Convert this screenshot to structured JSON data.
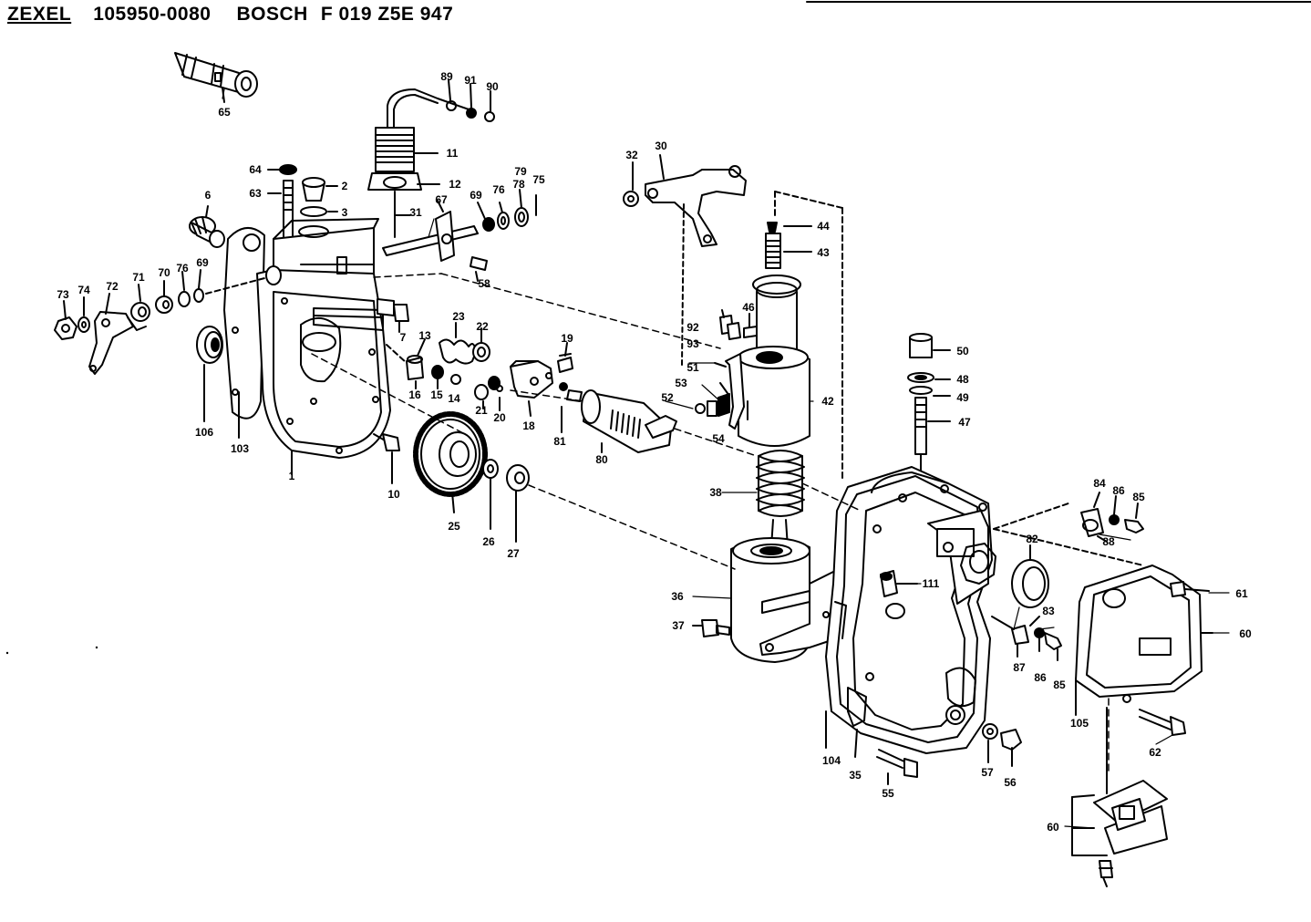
{
  "header": {
    "brand_left": "ZEXEL",
    "code_left": "105950-0080",
    "brand_right": "BOSCH",
    "code_right": "F 019 Z5E 947"
  },
  "callouts": [
    {
      "id": "c65",
      "text": "65"
    },
    {
      "id": "c89",
      "text": "89"
    },
    {
      "id": "c91",
      "text": "91"
    },
    {
      "id": "c90",
      "text": "90"
    },
    {
      "id": "c11",
      "text": "11"
    },
    {
      "id": "c12",
      "text": "12"
    },
    {
      "id": "c64",
      "text": "64"
    },
    {
      "id": "c2",
      "text": "2"
    },
    {
      "id": "c63",
      "text": "63"
    },
    {
      "id": "c3",
      "text": "3"
    },
    {
      "id": "c6",
      "text": "6"
    },
    {
      "id": "c31",
      "text": "31"
    },
    {
      "id": "c67",
      "text": "67"
    },
    {
      "id": "c69a",
      "text": "69"
    },
    {
      "id": "c76a",
      "text": "76"
    },
    {
      "id": "c78",
      "text": "78"
    },
    {
      "id": "c79",
      "text": "79"
    },
    {
      "id": "c75",
      "text": "75"
    },
    {
      "id": "c32",
      "text": "32"
    },
    {
      "id": "c30",
      "text": "30"
    },
    {
      "id": "c44",
      "text": "44"
    },
    {
      "id": "c43",
      "text": "43"
    },
    {
      "id": "c58",
      "text": "58"
    },
    {
      "id": "c73",
      "text": "73"
    },
    {
      "id": "c74",
      "text": "74"
    },
    {
      "id": "c72",
      "text": "72"
    },
    {
      "id": "c71",
      "text": "71"
    },
    {
      "id": "c70",
      "text": "70"
    },
    {
      "id": "c76b",
      "text": "76"
    },
    {
      "id": "c69b",
      "text": "69"
    },
    {
      "id": "c7",
      "text": "7"
    },
    {
      "id": "c23",
      "text": "23"
    },
    {
      "id": "c22",
      "text": "22"
    },
    {
      "id": "c46",
      "text": "46"
    },
    {
      "id": "c92",
      "text": "92"
    },
    {
      "id": "c93",
      "text": "93"
    },
    {
      "id": "c50",
      "text": "50"
    },
    {
      "id": "c13",
      "text": "13"
    },
    {
      "id": "c19",
      "text": "19"
    },
    {
      "id": "c51",
      "text": "51"
    },
    {
      "id": "c48",
      "text": "48"
    },
    {
      "id": "c49",
      "text": "49"
    },
    {
      "id": "c53",
      "text": "53"
    },
    {
      "id": "c52",
      "text": "52"
    },
    {
      "id": "c42",
      "text": "42"
    },
    {
      "id": "c16",
      "text": "16"
    },
    {
      "id": "c15",
      "text": "15"
    },
    {
      "id": "c14",
      "text": "14"
    },
    {
      "id": "c21",
      "text": "21"
    },
    {
      "id": "c20",
      "text": "20"
    },
    {
      "id": "c18",
      "text": "18"
    },
    {
      "id": "c47",
      "text": "47"
    },
    {
      "id": "c106",
      "text": "106"
    },
    {
      "id": "c103",
      "text": "103"
    },
    {
      "id": "c81",
      "text": "81"
    },
    {
      "id": "c54",
      "text": "54"
    },
    {
      "id": "c80",
      "text": "80"
    },
    {
      "id": "c1",
      "text": "1"
    },
    {
      "id": "c10",
      "text": "10"
    },
    {
      "id": "c38",
      "text": "38"
    },
    {
      "id": "c84",
      "text": "84"
    },
    {
      "id": "c86a",
      "text": "86"
    },
    {
      "id": "c85a",
      "text": "85"
    },
    {
      "id": "c88",
      "text": "88"
    },
    {
      "id": "c25",
      "text": "25"
    },
    {
      "id": "c26",
      "text": "26"
    },
    {
      "id": "c27",
      "text": "27"
    },
    {
      "id": "c82",
      "text": "82"
    },
    {
      "id": "c111",
      "text": "111"
    },
    {
      "id": "c61",
      "text": "61"
    },
    {
      "id": "c36",
      "text": "36"
    },
    {
      "id": "c83",
      "text": "83"
    },
    {
      "id": "c60a",
      "text": "60"
    },
    {
      "id": "c37",
      "text": "37"
    },
    {
      "id": "c87",
      "text": "87"
    },
    {
      "id": "c86b",
      "text": "86"
    },
    {
      "id": "c85b",
      "text": "85"
    },
    {
      "id": "c105",
      "text": "105"
    },
    {
      "id": "c62",
      "text": "62"
    },
    {
      "id": "c104",
      "text": "104"
    },
    {
      "id": "c35",
      "text": "35"
    },
    {
      "id": "c57",
      "text": "57"
    },
    {
      "id": "c56",
      "text": "56"
    },
    {
      "id": "c55",
      "text": "55"
    },
    {
      "id": "c60b",
      "text": "60"
    }
  ]
}
